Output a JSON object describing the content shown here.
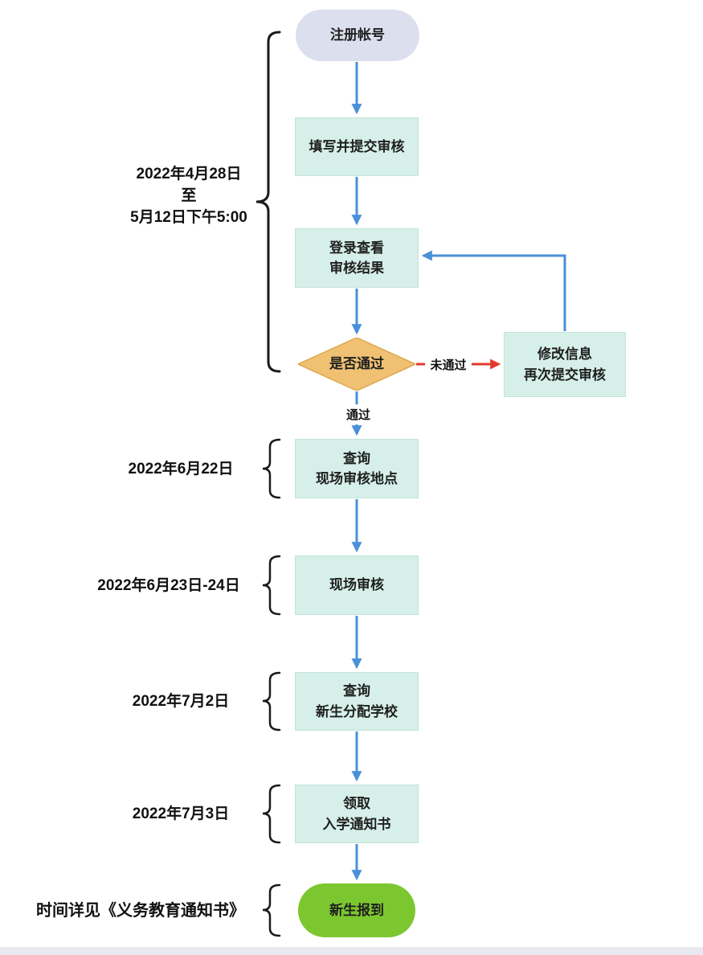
{
  "colors": {
    "start_fill": "#dcdfee",
    "box_fill": "#d6efe9",
    "diamond_fill": "#f0c172",
    "diamond_border": "#dca84e",
    "end_fill": "#7cc72f",
    "arrow_blue": "#4a90d8",
    "arrow_red": "#e03a2f",
    "bracket": "#1a1a1a",
    "text": "#1f1f1f"
  },
  "nodes": {
    "start": "注册帐号",
    "submit": "填写并提交审核",
    "check": "登录查看\n审核结果",
    "decision": "是否通过",
    "retry": "修改信息\n再次提交审核",
    "query_site": "查询\n现场审核地点",
    "onsite": "现场审核",
    "query_school": "查询\n新生分配学校",
    "notice": "领取\n入学通知书",
    "end": "新生报到"
  },
  "edge_labels": {
    "fail": "未通过",
    "pass": "通过"
  },
  "annotations": {
    "phase1": "2022年4月28日\n至\n5月12日下午5:00",
    "date_query_site": "2022年6月22日",
    "date_onsite": "2022年6月23日-24日",
    "date_query_school": "2022年7月2日",
    "date_notice": "2022年7月3日",
    "date_end": "时间详见《义务教育通知书》"
  }
}
